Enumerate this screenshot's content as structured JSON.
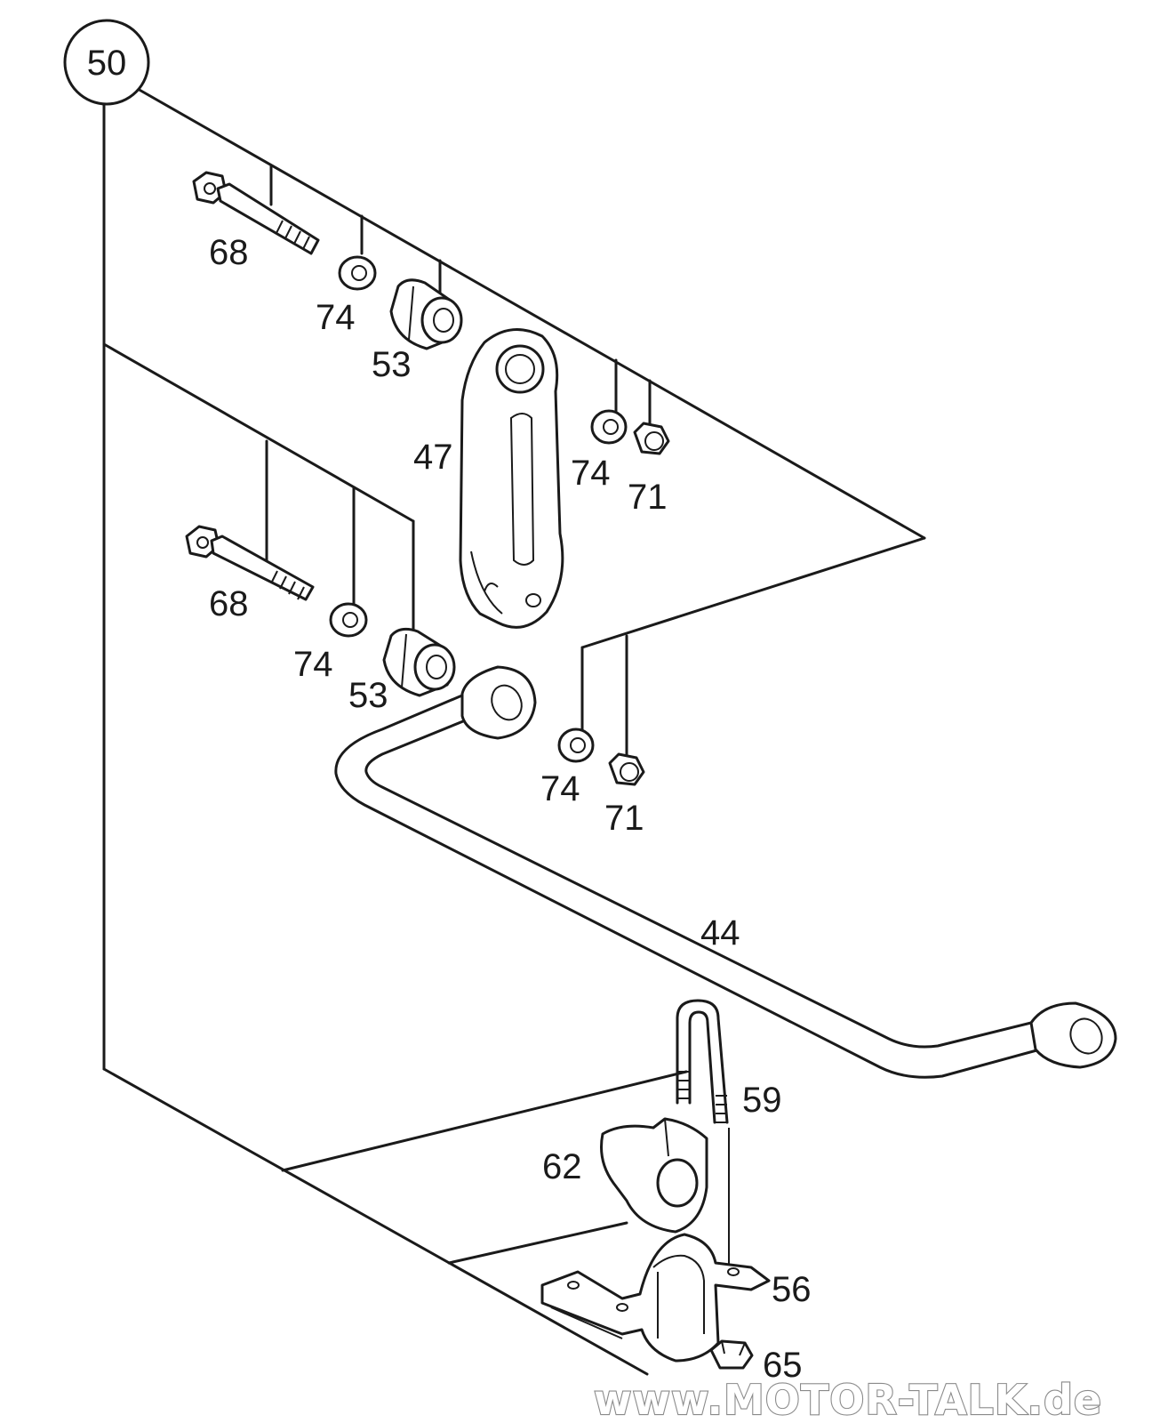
{
  "group_label": "50",
  "parts": {
    "p68a": "68",
    "p74a": "74",
    "p53a": "53",
    "p47": "47",
    "p74b": "74",
    "p71a": "71",
    "p68b": "68",
    "p74c": "74",
    "p53b": "53",
    "p74d": "74",
    "p71b": "71",
    "p44": "44",
    "p59": "59",
    "p62": "62",
    "p56": "56",
    "p65": "65"
  },
  "watermark": "www.MOTOR-TALK.de"
}
